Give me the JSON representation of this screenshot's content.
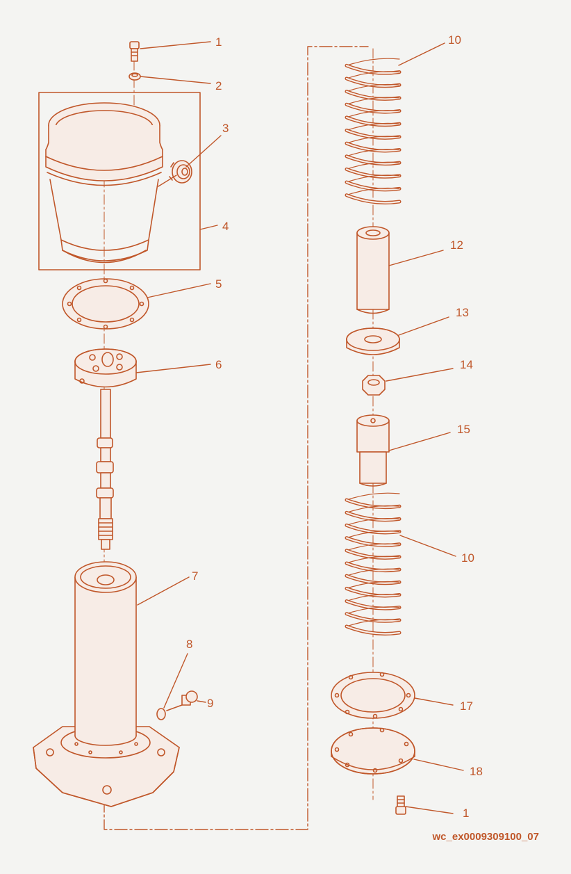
{
  "colors": {
    "ink": "#c0572a",
    "fill": "#f7ece6",
    "background": "#f4f4f2"
  },
  "callouts": [
    {
      "id": "c1",
      "text": "1"
    },
    {
      "id": "c2",
      "text": "2"
    },
    {
      "id": "c3",
      "text": "3"
    },
    {
      "id": "c4",
      "text": "4"
    },
    {
      "id": "c5",
      "text": "5"
    },
    {
      "id": "c6",
      "text": "6"
    },
    {
      "id": "c7",
      "text": "7"
    },
    {
      "id": "c8",
      "text": "8"
    },
    {
      "id": "c9",
      "text": "9"
    },
    {
      "id": "c10a",
      "text": "10"
    },
    {
      "id": "c12",
      "text": "12"
    },
    {
      "id": "c13",
      "text": "13"
    },
    {
      "id": "c14",
      "text": "14"
    },
    {
      "id": "c15",
      "text": "15"
    },
    {
      "id": "c10b",
      "text": "10"
    },
    {
      "id": "c17",
      "text": "17"
    },
    {
      "id": "c18",
      "text": "18"
    },
    {
      "id": "c1b",
      "text": "1"
    }
  ],
  "drawing_code": "wc_ex0009309100_07"
}
